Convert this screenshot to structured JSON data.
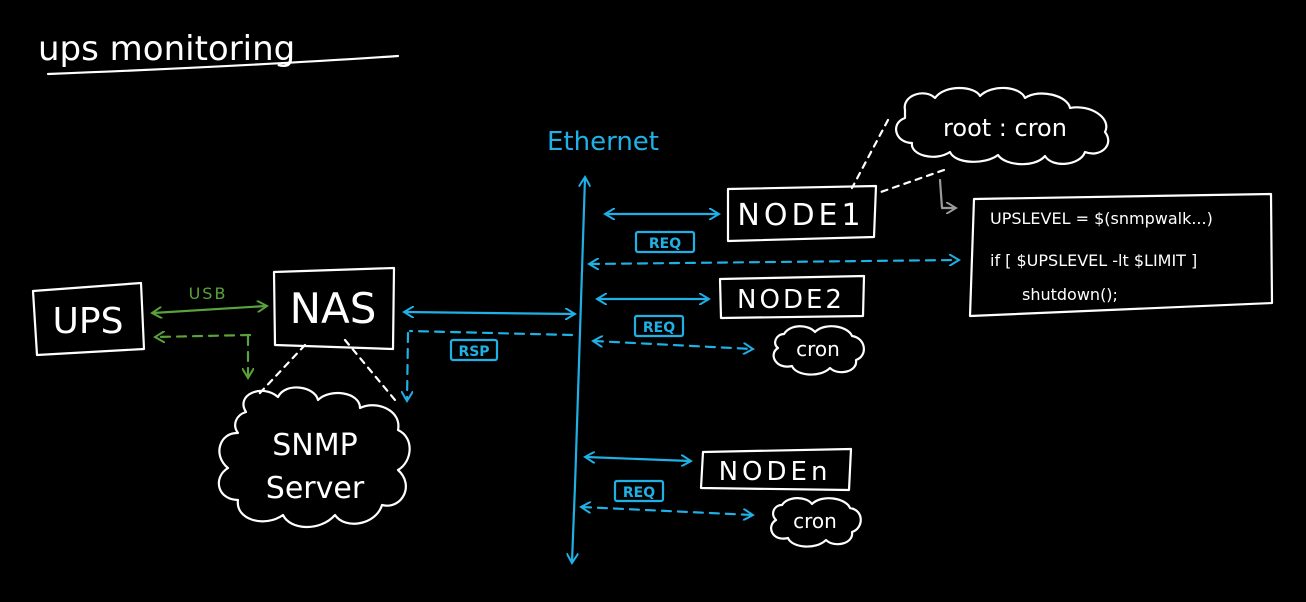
{
  "title": "ups monitoring",
  "colors": {
    "background": "#000000",
    "ink": "#ffffff",
    "network": "#1fb0e6",
    "usb": "#5aa33a",
    "arrow_gray": "#9a9a9a"
  },
  "nodes": {
    "ups": "UPS",
    "nas": "NAS",
    "snmp_server_line1": "SNMP",
    "snmp_server_line2": "Server",
    "node1": "NODE1",
    "node2": "NODE2",
    "noden": "NODEn"
  },
  "labels": {
    "usb": "USB",
    "ethernet": "Ethernet",
    "rsp": "RSP",
    "req1": "REQ",
    "req2": "REQ",
    "reqn": "REQ",
    "root_cron": "root : cron",
    "cron2": "cron",
    "cronn": "cron"
  },
  "script_box": {
    "line1": "UPSLEVEL = $(snmpwalk...)",
    "line2": "if [ $UPSLEVEL -lt $LIMIT ]",
    "line3": "shutdown();"
  }
}
